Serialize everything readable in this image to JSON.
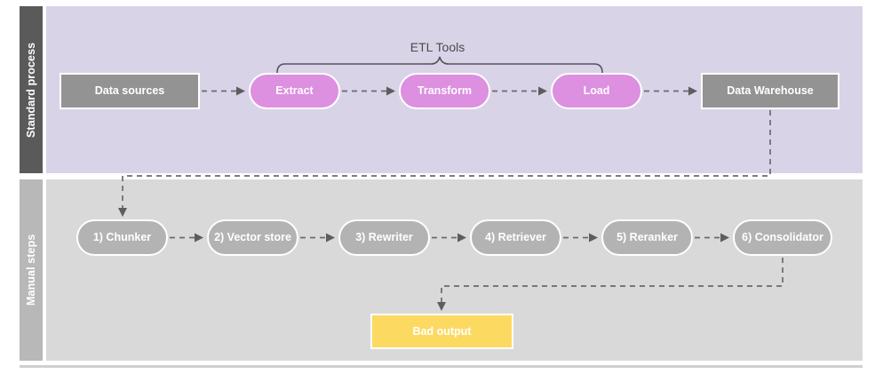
{
  "lanes": [
    {
      "id": "standard-process",
      "label": "Standard process"
    },
    {
      "id": "manual-steps",
      "label": "Manual steps"
    }
  ],
  "annotations": {
    "etl_tools": "ETL Tools"
  },
  "standard_process": {
    "nodes": [
      {
        "id": "data-sources",
        "label": "Data sources",
        "shape": "rect",
        "style": "grey"
      },
      {
        "id": "extract",
        "label": "Extract",
        "shape": "pill",
        "style": "purple"
      },
      {
        "id": "transform",
        "label": "Transform",
        "shape": "pill",
        "style": "purple"
      },
      {
        "id": "load",
        "label": "Load",
        "shape": "pill",
        "style": "purple"
      },
      {
        "id": "data-warehouse",
        "label": "Data Warehouse",
        "shape": "rect",
        "style": "grey"
      }
    ]
  },
  "manual_steps": {
    "nodes": [
      {
        "id": "chunker",
        "label": "1) Chunker",
        "shape": "pill",
        "style": "pill"
      },
      {
        "id": "vector-store",
        "label": "2) Vector store",
        "shape": "pill",
        "style": "pill"
      },
      {
        "id": "rewriter",
        "label": "3) Rewriter",
        "shape": "pill",
        "style": "pill"
      },
      {
        "id": "retriever",
        "label": "4) Retriever",
        "shape": "pill",
        "style": "pill"
      },
      {
        "id": "reranker",
        "label": "5) Reranker",
        "shape": "pill",
        "style": "pill"
      },
      {
        "id": "consolidator",
        "label": "6) Consolidator",
        "shape": "pill",
        "style": "pill"
      }
    ],
    "output": {
      "id": "bad-output",
      "label": "Bad output",
      "shape": "rect",
      "style": "yellow"
    }
  },
  "colors": {
    "lane_top_band": "#5a5a5a",
    "lane_top_body": "#d9d3e8",
    "lane_bottom_band": "#b8b8b8",
    "lane_bottom_body": "#d9d9d9",
    "node_grey": "#939393",
    "node_purple": "#dd8fe0",
    "node_pill": "#b3b3b3",
    "node_yellow": "#fcd961",
    "connector": "#6b6b6b",
    "label_text": "#4a4a4a"
  }
}
